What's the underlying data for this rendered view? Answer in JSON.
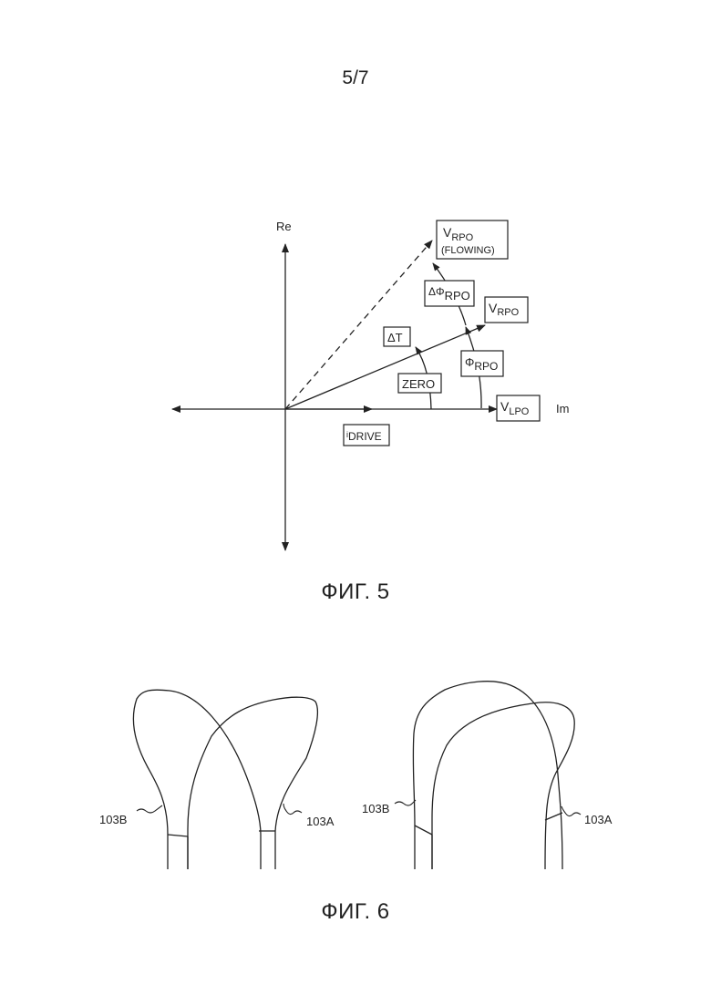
{
  "page_number": "5/7",
  "figure5": {
    "caption": "ФИГ. 5",
    "axis_re": "Re",
    "axis_im": "Im",
    "labels": {
      "v_rpo_flowing_main": "V",
      "v_rpo_flowing_sub": "RPO",
      "v_rpo_flowing_line2": "(FLOWING)",
      "delta_phi_prefix": "ΔΦ",
      "delta_phi_sub": "RPO",
      "v_rpo_main": "V",
      "v_rpo_sub": "RPO",
      "delta_t": "ΔT",
      "phi_main": "Φ",
      "phi_sub": "RPO",
      "zero": "ZERO",
      "v_lpo_main": "V",
      "v_lpo_sub": "LPO",
      "i_drive_main": "i",
      "i_drive_sub": "DRIVE"
    }
  },
  "figure6": {
    "caption": "ФИГ. 6",
    "left_label_b": "103B",
    "left_label_a": "103A",
    "right_label_b": "103B",
    "right_label_a": "103A"
  },
  "colors": {
    "ink": "#222222",
    "background": "#ffffff"
  }
}
